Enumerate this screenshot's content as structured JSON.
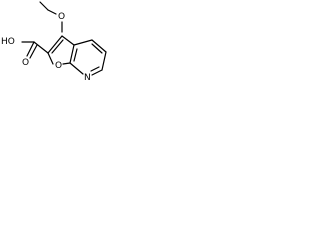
{
  "molecule": {
    "labels": {
      "ethoxy_oxygen": "O",
      "hydroxyl": "HO",
      "carbonyl_oxygen": "O",
      "furan_oxygen": "O",
      "pyridine_nitrogen": "N"
    }
  }
}
